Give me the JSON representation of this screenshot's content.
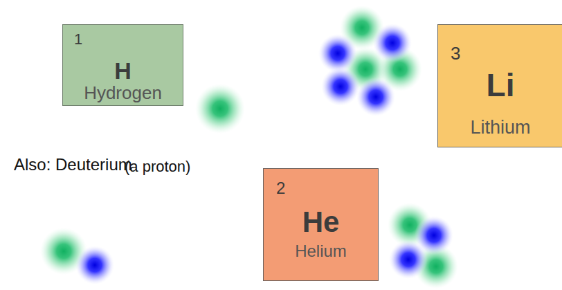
{
  "diagram": {
    "nodes": [
      {
        "text": [
          "1",
          "H",
          "Hydrogen"
        ]
      },
      {
        "text": [
          "3",
          "Li",
          "Lithium"
        ]
      },
      {
        "text": [
          "2",
          "He",
          "Helium"
        ]
      }
    ],
    "labels": [
      "(a proton)",
      "Also: Deuterium"
    ]
  }
}
